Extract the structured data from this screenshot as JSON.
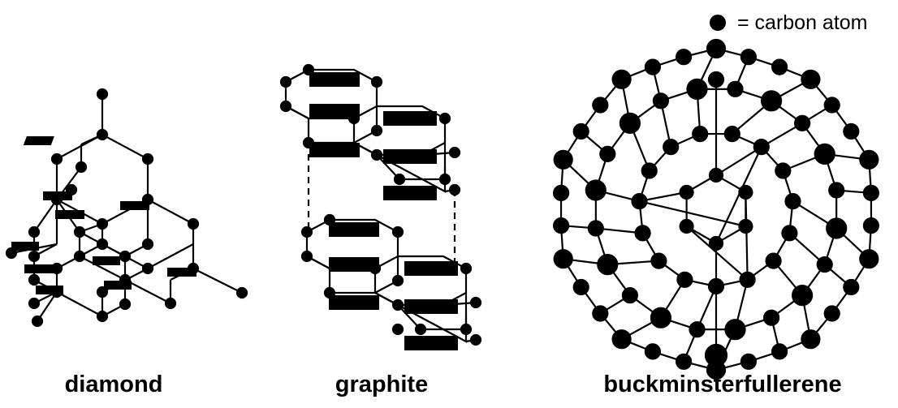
{
  "legend": {
    "text": "= carbon atom",
    "icon": "carbon-atom-dot"
  },
  "captions": {
    "diamond": "diamond",
    "graphite": "graphite",
    "buckminsterfullerene": "buckminsterfullerene"
  },
  "colors": {
    "ink": "#000000",
    "background": "#ffffff"
  }
}
